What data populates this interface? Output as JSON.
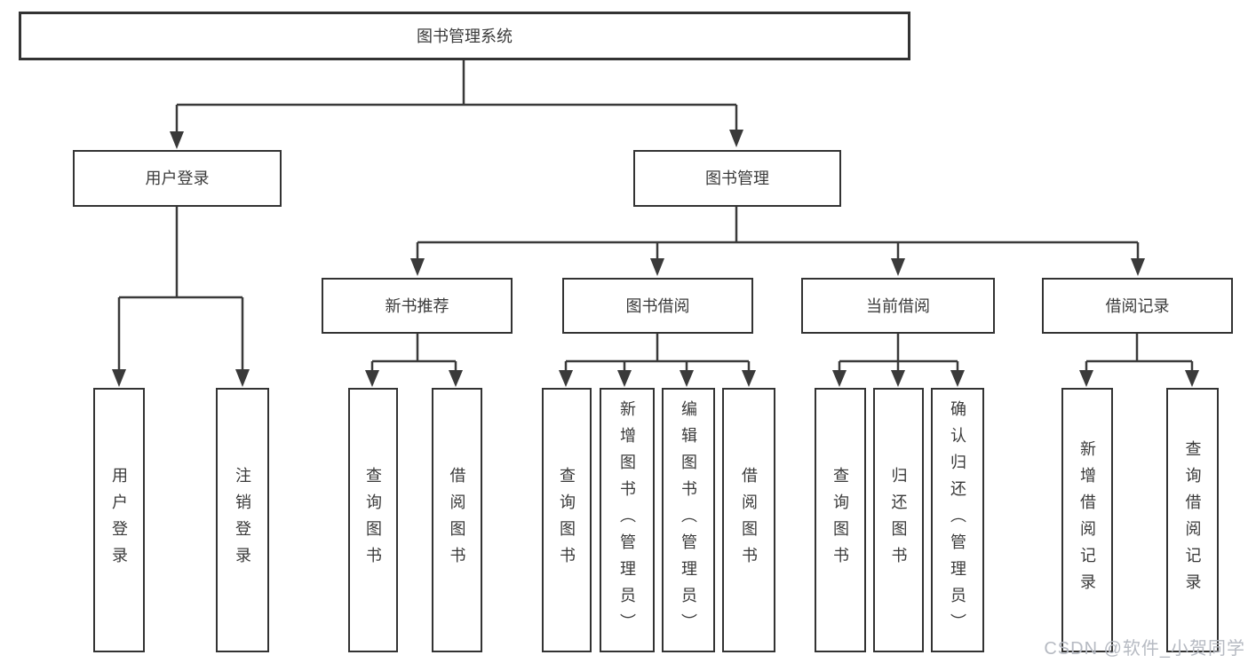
{
  "diagram": {
    "root": {
      "label": "图书管理系统"
    },
    "level2": [
      {
        "label": "用户登录",
        "children": [
          {
            "label": "用户登录"
          },
          {
            "label": "注销登录"
          }
        ]
      },
      {
        "label": "图书管理",
        "children": [
          {
            "label": "新书推荐",
            "children": [
              {
                "label": "查询图书"
              },
              {
                "label": "借阅图书"
              }
            ]
          },
          {
            "label": "图书借阅",
            "children": [
              {
                "label": "查询图书"
              },
              {
                "label": "新增图书（管理员）"
              },
              {
                "label": "编辑图书（管理员）"
              },
              {
                "label": "借阅图书"
              }
            ]
          },
          {
            "label": "当前借阅",
            "children": [
              {
                "label": "查询图书"
              },
              {
                "label": "归还图书"
              },
              {
                "label": "确认归还（管理员）"
              }
            ]
          },
          {
            "label": "借阅记录",
            "children": [
              {
                "label": "新增借阅记录"
              },
              {
                "label": "查询借阅记录"
              }
            ]
          }
        ]
      }
    ]
  },
  "watermark": "CSDN @软件_小贺同学",
  "colors": {
    "line": "#3a3a3a",
    "box_border": "#333333",
    "box_fill": "#ffffff",
    "text": "#3a3a3a",
    "watermark": "#b6bac2",
    "background": "#ffffff"
  }
}
